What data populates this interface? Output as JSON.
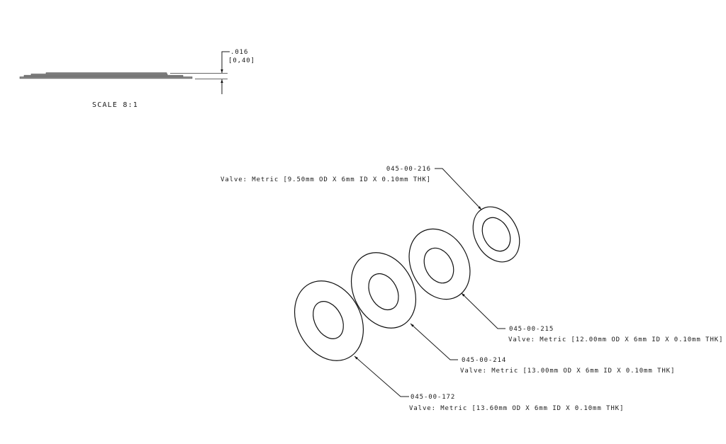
{
  "side_view": {
    "dimension_value": ".016",
    "dimension_metric": "[0,40]",
    "scale_label": "SCALE  8:1"
  },
  "callouts": [
    {
      "part_number": "045-00-216",
      "description": "Valve: Metric [9.50mm OD X 6mm ID X 0.10mm THK]"
    },
    {
      "part_number": "045-00-215",
      "description": "Valve: Metric [12.00mm OD X 6mm ID X 0.10mm THK]"
    },
    {
      "part_number": "045-00-214",
      "description": "Valve: Metric [13.00mm OD X 6mm ID X 0.10mm THK]"
    },
    {
      "part_number": "045-00-172",
      "description": "Valve: Metric [13.60mm OD X 6mm ID X 0.10mm THK]"
    }
  ],
  "colors": {
    "line": "#1a1a1a",
    "layer_fill": "#8a8a8a",
    "background": "#ffffff"
  }
}
